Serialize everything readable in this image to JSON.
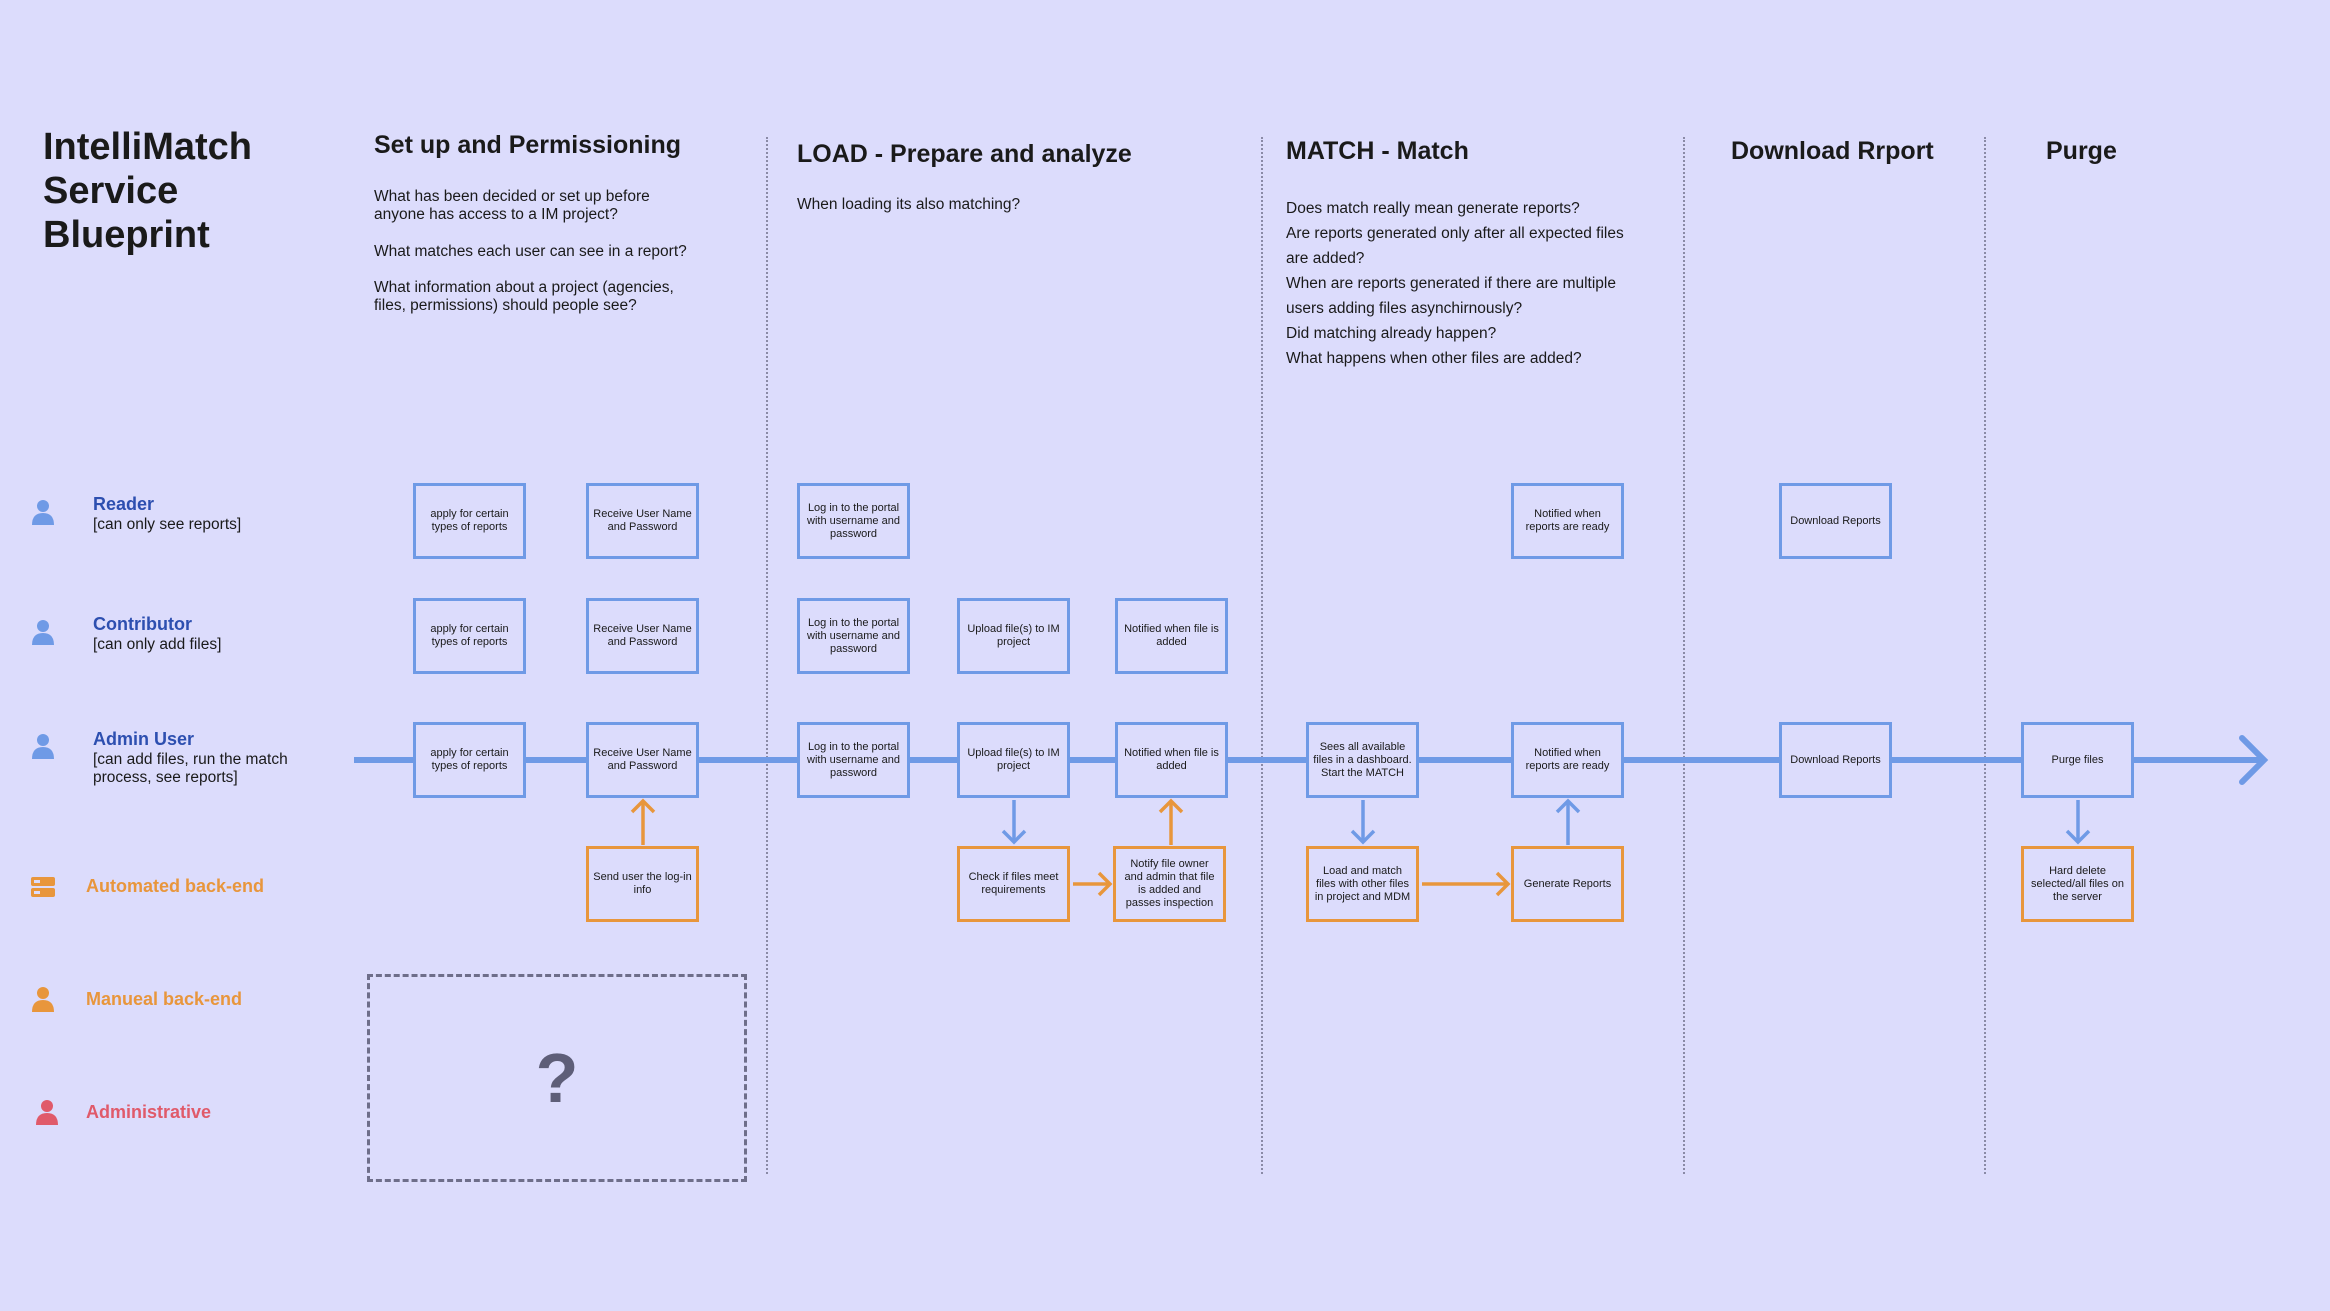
{
  "title_lines": [
    "IntelliMatch",
    "Service",
    "Blueprint"
  ],
  "stages": {
    "setup": {
      "title": "Set up and Permissioning",
      "questions": [
        "What has been decided or set up before\nanyone has access to a IM project?",
        "What matches each user can see in a report?",
        "What information about a project (agencies,\nfiles, permissions) should people see?"
      ]
    },
    "load": {
      "title": "LOAD - Prepare and analyze",
      "questions": [
        "When loading its also matching?"
      ]
    },
    "match": {
      "title": "MATCH - Match",
      "questions": [
        "Does match really mean generate reports?",
        "Are reports generated only after all expected files",
        "are added?",
        "When are reports generated if there are multiple",
        "users adding files asynchirnously?",
        "Did matching already happen?",
        "What happens when other files are added?"
      ]
    },
    "download": {
      "title": "Download Rrport"
    },
    "purge": {
      "title": "Purge"
    }
  },
  "lanes": {
    "reader": {
      "name": "Reader",
      "desc": "[can only see reports]"
    },
    "contributor": {
      "name": "Contributor",
      "desc": "[can only add files]"
    },
    "admin": {
      "name": "Admin User",
      "desc": "[can add files, run the match\nprocess, see reports]"
    },
    "automated": {
      "name": "Automated back-end"
    },
    "manual": {
      "name": "Manueal back-end"
    },
    "administrative": {
      "name": "Administrative"
    }
  },
  "boxes": {
    "reader_apply": "apply for certain types of reports",
    "reader_receive": "Receive User Name and Password",
    "reader_login": "Log in to the portal with username and password",
    "reader_notified": "Notified when reports are ready",
    "reader_download": "Download Reports",
    "contrib_apply": "apply for certain types of reports",
    "contrib_receive": "Receive User Name and Password",
    "contrib_login": "Log in to the portal with username and password",
    "contrib_upload": "Upload file(s) to IM project",
    "contrib_notified": "Notified when file is added",
    "admin_apply": "apply for certain types of reports",
    "admin_receive": "Receive User Name and Password",
    "admin_login": "Log in to the portal with username and password",
    "admin_upload": "Upload file(s) to IM project",
    "admin_notified_file": "Notified when file is added",
    "admin_sees": "Sees all available files in a dashboard. Start the MATCH",
    "admin_notified_reports": "Notified when reports are ready",
    "admin_download": "Download Reports",
    "admin_purge": "Purge files",
    "auto_send": "Send user the log-in info",
    "auto_check": "Check if files meet requirements",
    "auto_notify": "Notify file owner and admin that file is added and passes inspection",
    "auto_load": "Load and match files with other files in project and MDM",
    "auto_generate": "Generate Reports",
    "auto_delete": "Hard delete selected/all files on the server"
  },
  "unknown_mark": "?",
  "colors": {
    "background": "#dcdcfc",
    "blue": "#6f9ae6",
    "lane_blue_text": "#2d4fb0",
    "orange": "#e8963c",
    "red": "#e05a6a"
  },
  "icons": {
    "user": "person-icon",
    "automated": "server-icon",
    "manual": "person-icon",
    "administrative": "person-icon"
  }
}
